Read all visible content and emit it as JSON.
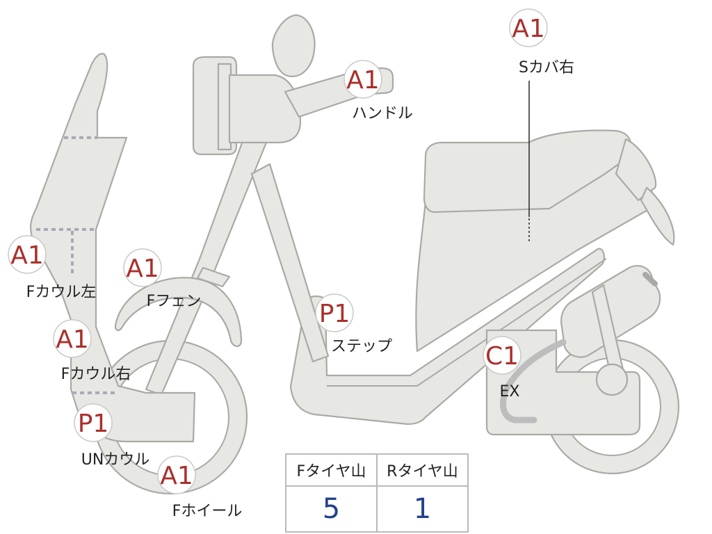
{
  "parts": [
    {
      "id": "s-cover-right",
      "grade": "A1",
      "label": "Sカバ右"
    },
    {
      "id": "handle",
      "grade": "A1",
      "label": "ハンドル"
    },
    {
      "id": "f-cowl-left",
      "grade": "A1",
      "label": "Fカウル左"
    },
    {
      "id": "f-fender",
      "grade": "A1",
      "label": "Fフェン"
    },
    {
      "id": "step",
      "grade": "P1",
      "label": "ステップ"
    },
    {
      "id": "f-cowl-right",
      "grade": "A1",
      "label": "Fカウル右"
    },
    {
      "id": "exhaust",
      "grade": "C1",
      "label": "EX"
    },
    {
      "id": "under-cowl",
      "grade": "P1",
      "label": "UNカウル"
    },
    {
      "id": "f-wheel",
      "grade": "A1",
      "label": "Fホイール"
    }
  ],
  "tire_table": {
    "headers": [
      "Fタイヤ山",
      "Rタイヤ山"
    ],
    "values": [
      "5",
      "1"
    ]
  },
  "colors": {
    "grade_text": "#a9302c",
    "tire_value": "#23408e",
    "body_fill": "#e7e7e4",
    "outline": "#a9a9a6"
  }
}
